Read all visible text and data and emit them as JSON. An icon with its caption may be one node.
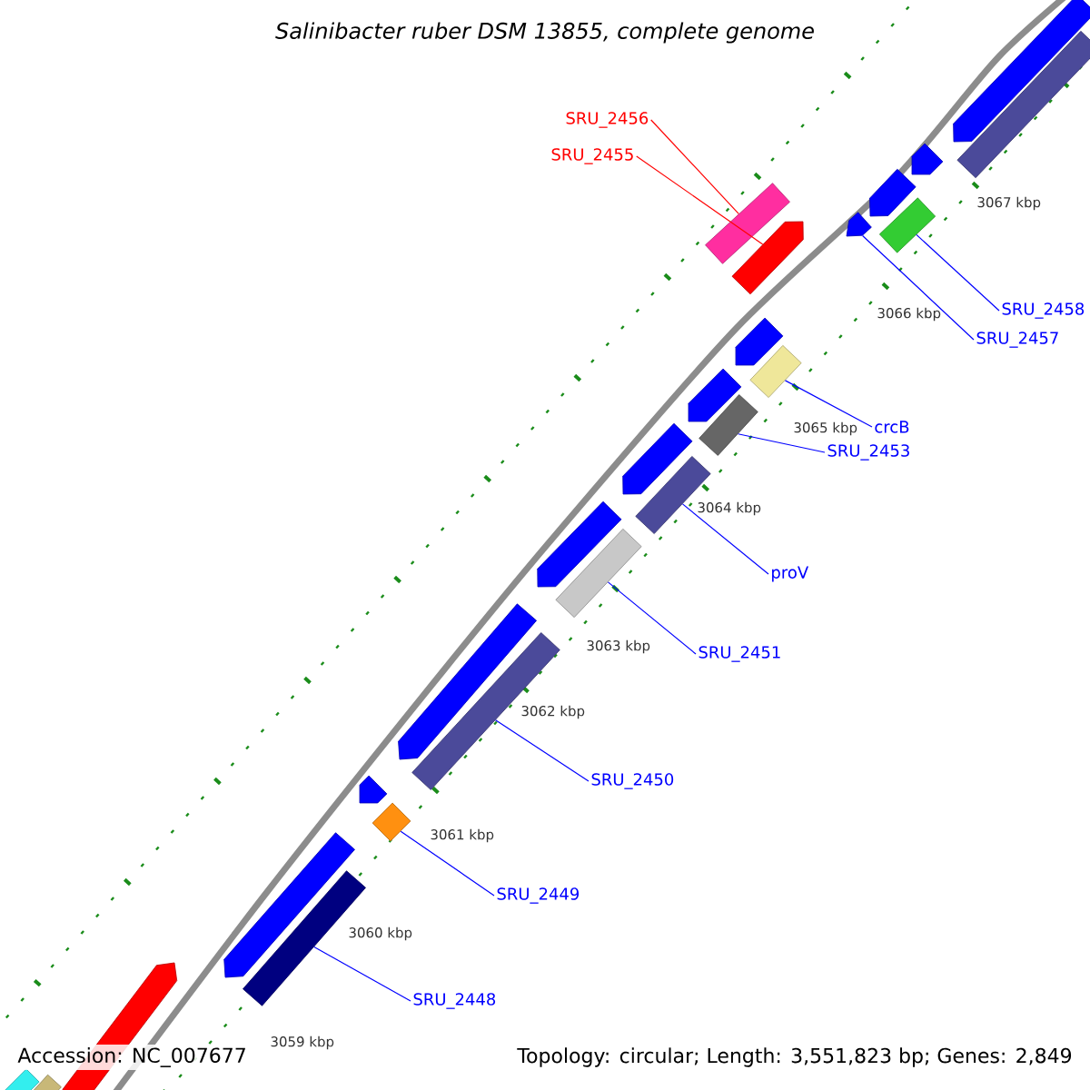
{
  "diagram": {
    "title": "Salinibacter ruber DSM 13855, complete genome",
    "nodes": [
      {
        "text": [
          "SRU_2456"
        ]
      },
      {
        "text": [],
        "shape": "bar"
      },
      {
        "text": [
          "SRU_2455"
        ]
      },
      {
        "text": [],
        "shape": "bar"
      },
      {
        "text": [
          "SRU_2458"
        ]
      },
      {
        "text": [],
        "shape": "bar"
      },
      {
        "text": [
          "SRU_2457"
        ]
      },
      {
        "text": [],
        "shape": "bar"
      },
      {
        "text": [
          "crcB"
        ]
      },
      {
        "text": [],
        "shape": "bar"
      },
      {
        "text": [
          "SRU_2453"
        ]
      },
      {
        "text": [],
        "shape": "bar"
      },
      {
        "text": [
          "proV"
        ]
      },
      {
        "text": [],
        "shape": "bar"
      },
      {
        "text": [
          "SRU_2451"
        ]
      },
      {
        "text": [],
        "shape": "bar"
      },
      {
        "text": [
          "SRU_2450"
        ]
      },
      {
        "text": [],
        "shape": "bar"
      },
      {
        "text": [
          "SRU_2449"
        ]
      },
      {
        "text": [],
        "shape": "bar"
      },
      {
        "text": [
          "SRU_2448"
        ]
      },
      {
        "text": [],
        "shape": "bar"
      },
      {
        "text": [],
        "shape": "bar"
      },
      {
        "text": [],
        "shape": "bar"
      },
      {
        "text": [],
        "shape": "bar"
      },
      {
        "text": [],
        "shape": "bar"
      },
      {
        "text": [],
        "shape": "bar"
      },
      {
        "text": [],
        "shape": "bar"
      },
      {
        "text": [],
        "shape": "bar"
      },
      {
        "text": [],
        "shape": "bar"
      },
      {
        "text": [],
        "shape": "bar"
      },
      {
        "text": [],
        "shape": "bar"
      },
      {
        "text": [],
        "shape": "bar"
      },
      {
        "text": [],
        "shape": "bar"
      },
      {
        "text": [],
        "shape": "bar"
      },
      {
        "text": [],
        "shape": "bar"
      }
    ],
    "edges": [
      {
        "from": 0,
        "to": 1,
        "arrow": "none",
        "color": "#ff0000"
      },
      {
        "from": 2,
        "to": 3,
        "arrow": "none",
        "color": "#ff0000"
      },
      {
        "from": 4,
        "to": 5,
        "arrow": "none"
      },
      {
        "from": 6,
        "to": 7,
        "arrow": "none"
      },
      {
        "from": 8,
        "to": 9,
        "arrow": "none"
      },
      {
        "from": 10,
        "to": 11,
        "arrow": "none"
      },
      {
        "from": 12,
        "to": 13,
        "arrow": "none"
      },
      {
        "from": 14,
        "to": 15,
        "arrow": "none"
      },
      {
        "from": 16,
        "to": 17,
        "arrow": "none"
      },
      {
        "from": 18,
        "to": 19,
        "arrow": "none"
      },
      {
        "from": 20,
        "to": 21,
        "arrow": "none"
      }
    ],
    "labels": [
      "3067 kbp",
      "3066 kbp",
      "3065 kbp",
      "3064 kbp",
      "3063 kbp",
      "3062 kbp",
      "3061 kbp",
      "3060 kbp",
      "3059 kbp",
      "Accession: NC_007677",
      "Topology: circular; Length: 3,551,823 bp; Genes: 2,849"
    ]
  }
}
